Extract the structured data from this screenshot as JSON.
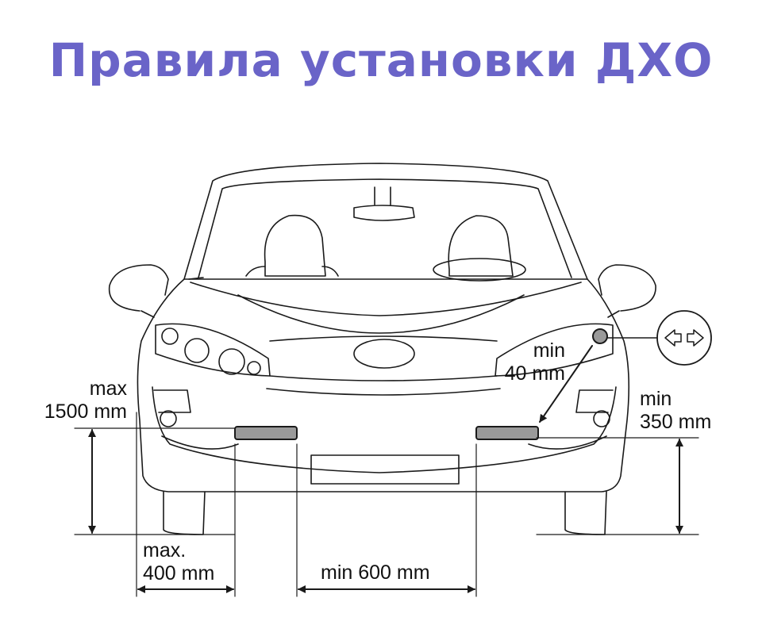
{
  "title": "Правила установки ДХО",
  "labels": {
    "max_height_line1": "max",
    "max_height_line2": "1500 mm",
    "min_height_line1": "min",
    "min_height_line2": "350 mm",
    "min_side_line1": "min",
    "min_side_line2": "40 mm",
    "max_edge_line1": "max.",
    "max_edge_line2": "400 mm",
    "min_between": "min 600 mm"
  },
  "colors": {
    "title": "#6a64c8",
    "lamp": "#9a9a9a",
    "line": "#1a1a1a"
  },
  "icons": {
    "direction_indicator": "double-arrow-icon"
  }
}
